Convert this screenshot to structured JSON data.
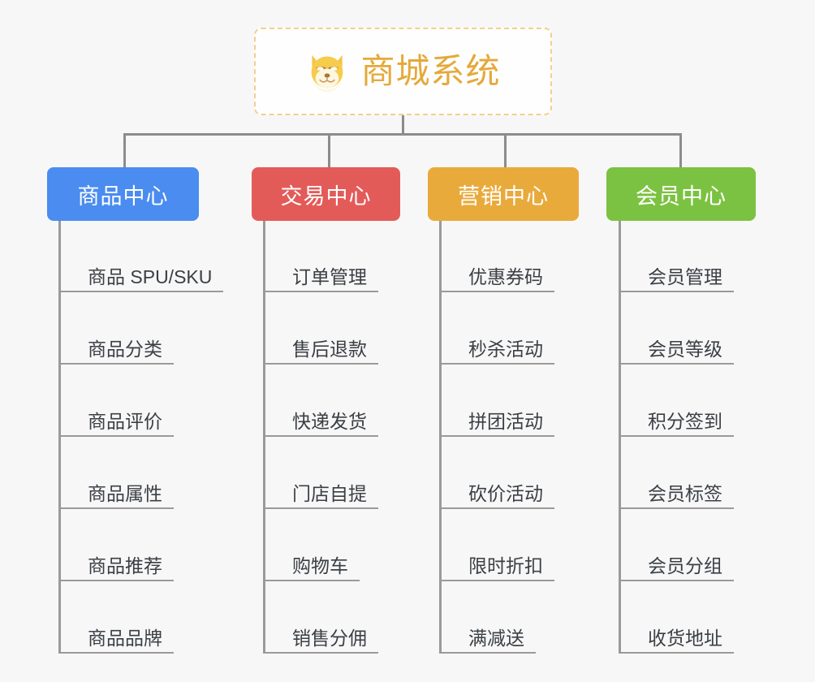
{
  "root": {
    "title": "商城系统",
    "icon": "dog-face-icon",
    "border_color": "#f3cf8d",
    "title_color": "#e5a93a",
    "background": "#fefefe"
  },
  "canvas": {
    "background": "#f7f7f7",
    "connector_color": "#8c8c8c"
  },
  "branches": [
    {
      "label": "商品中心",
      "color": "#4a8cf0",
      "items": [
        "商品 SPU/SKU",
        "商品分类",
        "商品评价",
        "商品属性",
        "商品推荐",
        "商品品牌"
      ]
    },
    {
      "label": "交易中心",
      "color": "#e35b58",
      "items": [
        "订单管理",
        "售后退款",
        "快递发货",
        "门店自提",
        "购物车",
        "销售分佣"
      ]
    },
    {
      "label": "营销中心",
      "color": "#e9aa3c",
      "items": [
        "优惠券码",
        "秒杀活动",
        "拼团活动",
        "砍价活动",
        "限时折扣",
        "满减送"
      ]
    },
    {
      "label": "会员中心",
      "color": "#7cc242",
      "items": [
        "会员管理",
        "会员等级",
        "积分签到",
        "会员标签",
        "会员分组",
        "收货地址"
      ]
    }
  ]
}
